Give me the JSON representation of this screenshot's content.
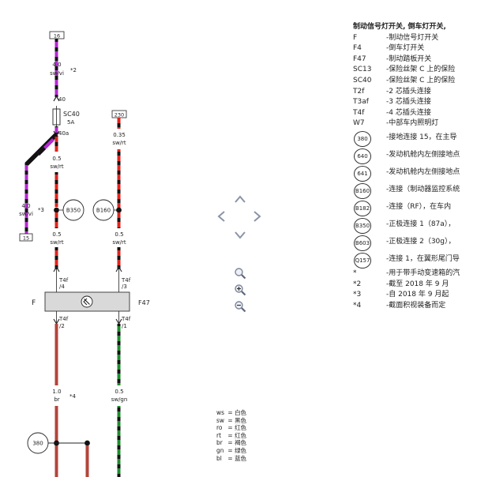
{
  "diagram": {
    "top_connectors": {
      "left": "16",
      "right": "230"
    },
    "bottom_connector": "15",
    "wires": {
      "top_left": {
        "size": "4.0",
        "color": "sw/vi",
        "note": "*2"
      },
      "branch_left": {
        "size": "4.0",
        "color": "sw/vi",
        "note": "*3"
      },
      "left_mid1": {
        "size": "0.5",
        "color": "sw/rt"
      },
      "left_mid2": {
        "size": "0.5",
        "color": "sw/rt"
      },
      "right_top": {
        "size": "0.35",
        "color": "sw/rt"
      },
      "right_mid": {
        "size": "0.5",
        "color": "sw/rt"
      },
      "left_bottom": {
        "size": "1.0",
        "color": "br",
        "note": "*4"
      },
      "right_bottom": {
        "size": "0.5",
        "color": "sw/gn"
      }
    },
    "fuse": {
      "name": "SC40",
      "rating": "5A",
      "pin_in": "40",
      "pin_out": "40a"
    },
    "nodes": [
      "B350",
      "B160"
    ],
    "ground_node": "380",
    "switch": {
      "left_label": "F",
      "right_label": "F47",
      "pins_top": [
        "T4f",
        "/4",
        "T4f",
        "/3"
      ],
      "pins_bottom": [
        "T4f",
        "/2",
        "T4f",
        "/1"
      ]
    }
  },
  "navigation": {
    "pan_up": "pan-up",
    "pan_left": "pan-left",
    "pan_right": "pan-right",
    "pan_down": "pan-down",
    "zoom_fit": "magnifier",
    "zoom_in": "magnifier-plus",
    "zoom_out": "magnifier-minus"
  },
  "legend": {
    "title": "制动信号灯开关, 倒车灯开关,",
    "items": [
      {
        "code": "F",
        "desc": "-制动信号灯开关",
        "circled": false
      },
      {
        "code": "F4",
        "desc": "-倒车灯开关",
        "circled": false
      },
      {
        "code": "F47",
        "desc": "-制动踏板开关",
        "circled": false
      },
      {
        "code": "SC13",
        "desc": "-保险丝架 C 上的保险",
        "circled": false
      },
      {
        "code": "SC40",
        "desc": "-保险丝架 C 上的保险",
        "circled": false
      },
      {
        "code": "T2f",
        "desc": "-2 芯插头连接",
        "circled": false
      },
      {
        "code": "T3af",
        "desc": "-3 芯插头连接",
        "circled": false
      },
      {
        "code": "T4f",
        "desc": "-4 芯插头连接",
        "circled": false
      },
      {
        "code": "W7",
        "desc": "-中部车内照明灯",
        "circled": false
      },
      {
        "code": "380",
        "desc": "-接地连接 15，在主导",
        "circled": true
      },
      {
        "code": "640",
        "desc": "-发动机舱内左侧接地点",
        "circled": true
      },
      {
        "code": "641",
        "desc": "-发动机舱内左侧接地点",
        "circled": true
      },
      {
        "code": "B160",
        "desc": "-连接（制动器监控系统",
        "circled": true
      },
      {
        "code": "B182",
        "desc": "-连接（RF），在车内",
        "circled": true
      },
      {
        "code": "B350",
        "desc": "-正极连接 1（87a），",
        "circled": true
      },
      {
        "code": "B603",
        "desc": "-正极连接 2（30g），",
        "circled": true
      },
      {
        "code": "Q157",
        "desc": "-连接 1，在翼形尾门导",
        "circled": true
      },
      {
        "code": "*",
        "desc": "-用于带手动变速箱的汽",
        "circled": false
      },
      {
        "code": "*2",
        "desc": "-截至 2018 年 9 月",
        "circled": false
      },
      {
        "code": "*3",
        "desc": "-自 2018 年 9 月起",
        "circled": false
      },
      {
        "code": "*4",
        "desc": "-截面积视装备而定",
        "circled": false
      }
    ]
  },
  "color_key": [
    {
      "abbr": "ws",
      "name": "白色"
    },
    {
      "abbr": "sw",
      "name": "黑色"
    },
    {
      "abbr": "ro",
      "name": "红色"
    },
    {
      "abbr": "rt",
      "name": "红色"
    },
    {
      "abbr": "br",
      "name": "褐色"
    },
    {
      "abbr": "gn",
      "name": "绿色"
    },
    {
      "abbr": "bl",
      "name": "蓝色"
    }
  ],
  "colors": {
    "black": "#111111",
    "violet": "#b42ad1",
    "red": "#e0231c",
    "brown": "#b2453b",
    "green": "#1e8c2d",
    "switch_fill": "#d9d9d9"
  }
}
